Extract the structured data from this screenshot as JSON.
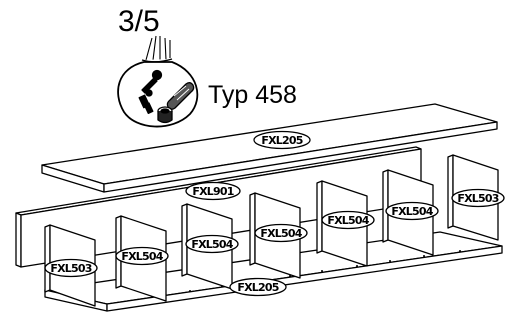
{
  "step": "3/5",
  "bag_type": "Typ 458",
  "icons": [
    "fitting-bag-icon",
    "screw-icon",
    "dowel-icon",
    "cam-lock-icon"
  ],
  "part_labels": {
    "top_board": "FXL205",
    "bottom_board": "FXL205",
    "back_panel": "FXL901",
    "left_side": "FXL503",
    "right_side": "FXL503",
    "divider_1": "FXL504",
    "divider_2": "FXL504",
    "divider_3": "FXL504",
    "divider_4": "FXL504",
    "divider_5": "FXL504"
  }
}
